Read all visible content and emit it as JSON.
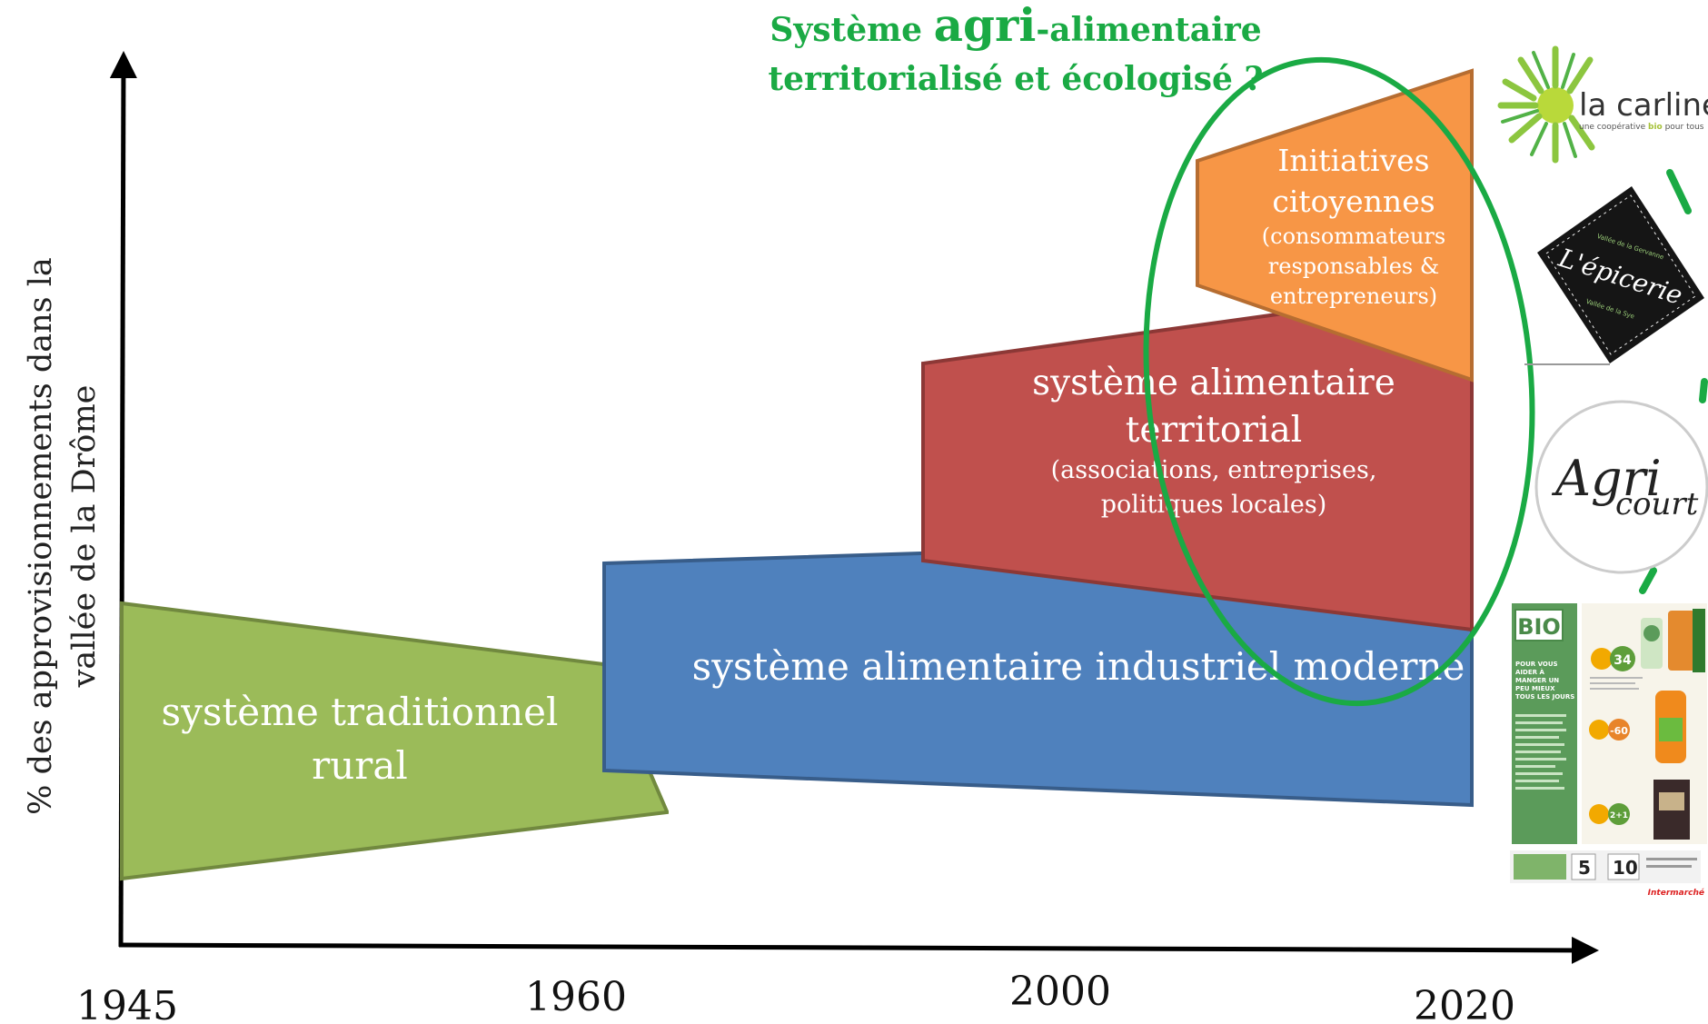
{
  "title": {
    "line1_prefix": "Système ",
    "line1_emph": "agri",
    "line1_suffix": "-alimentaire",
    "line2": "territorialisé et écologisé ?",
    "color": "#1aaa44"
  },
  "y_axis_label": {
    "line1": "% des approvisionnements dans la",
    "line2": "vallée de la Drôme"
  },
  "x_ticks": [
    "1945",
    "1960",
    "2000",
    "2020"
  ],
  "shapes": {
    "traditional": {
      "line1": "système traditionnel",
      "line2": "rural",
      "color": "#9bbb59"
    },
    "industrial": {
      "line1": "système alimentaire industriel moderne",
      "color": "#4f81bd"
    },
    "territorial": {
      "line1": "système alimentaire",
      "line2": "territorial",
      "sub1": "(associations, entreprises,",
      "sub2": "politiques locales)",
      "color": "#c0504d"
    },
    "citizen": {
      "line1": "Initiatives",
      "line2": "citoyennes",
      "sub1": "(consommateurs",
      "sub2": "responsables &",
      "sub3": "entrepreneurs)",
      "color": "#f79646"
    }
  },
  "logos": {
    "carline": {
      "name": "la carline",
      "tagline_pre": "une coopérative ",
      "tagline_bio": "bio",
      "tagline_post": " pour tous"
    },
    "epicerie": {
      "name": "L'épicerie",
      "top": "Vallée de la Gervanne",
      "bottom": "Vallée de la Sye"
    },
    "agricourt": {
      "agri": "Agri",
      "court": "court"
    },
    "flyer": {
      "badge": "BIO",
      "lines": [
        "POUR VOUS",
        "AIDER À",
        "MANGER UN",
        "PEU MIEUX",
        "TOUS LES JOURS"
      ],
      "pct1": "34",
      "pct2": "-60",
      "pct3": "2+1",
      "pct4": "5",
      "pct5": "10",
      "brand": "Intermarché"
    }
  }
}
